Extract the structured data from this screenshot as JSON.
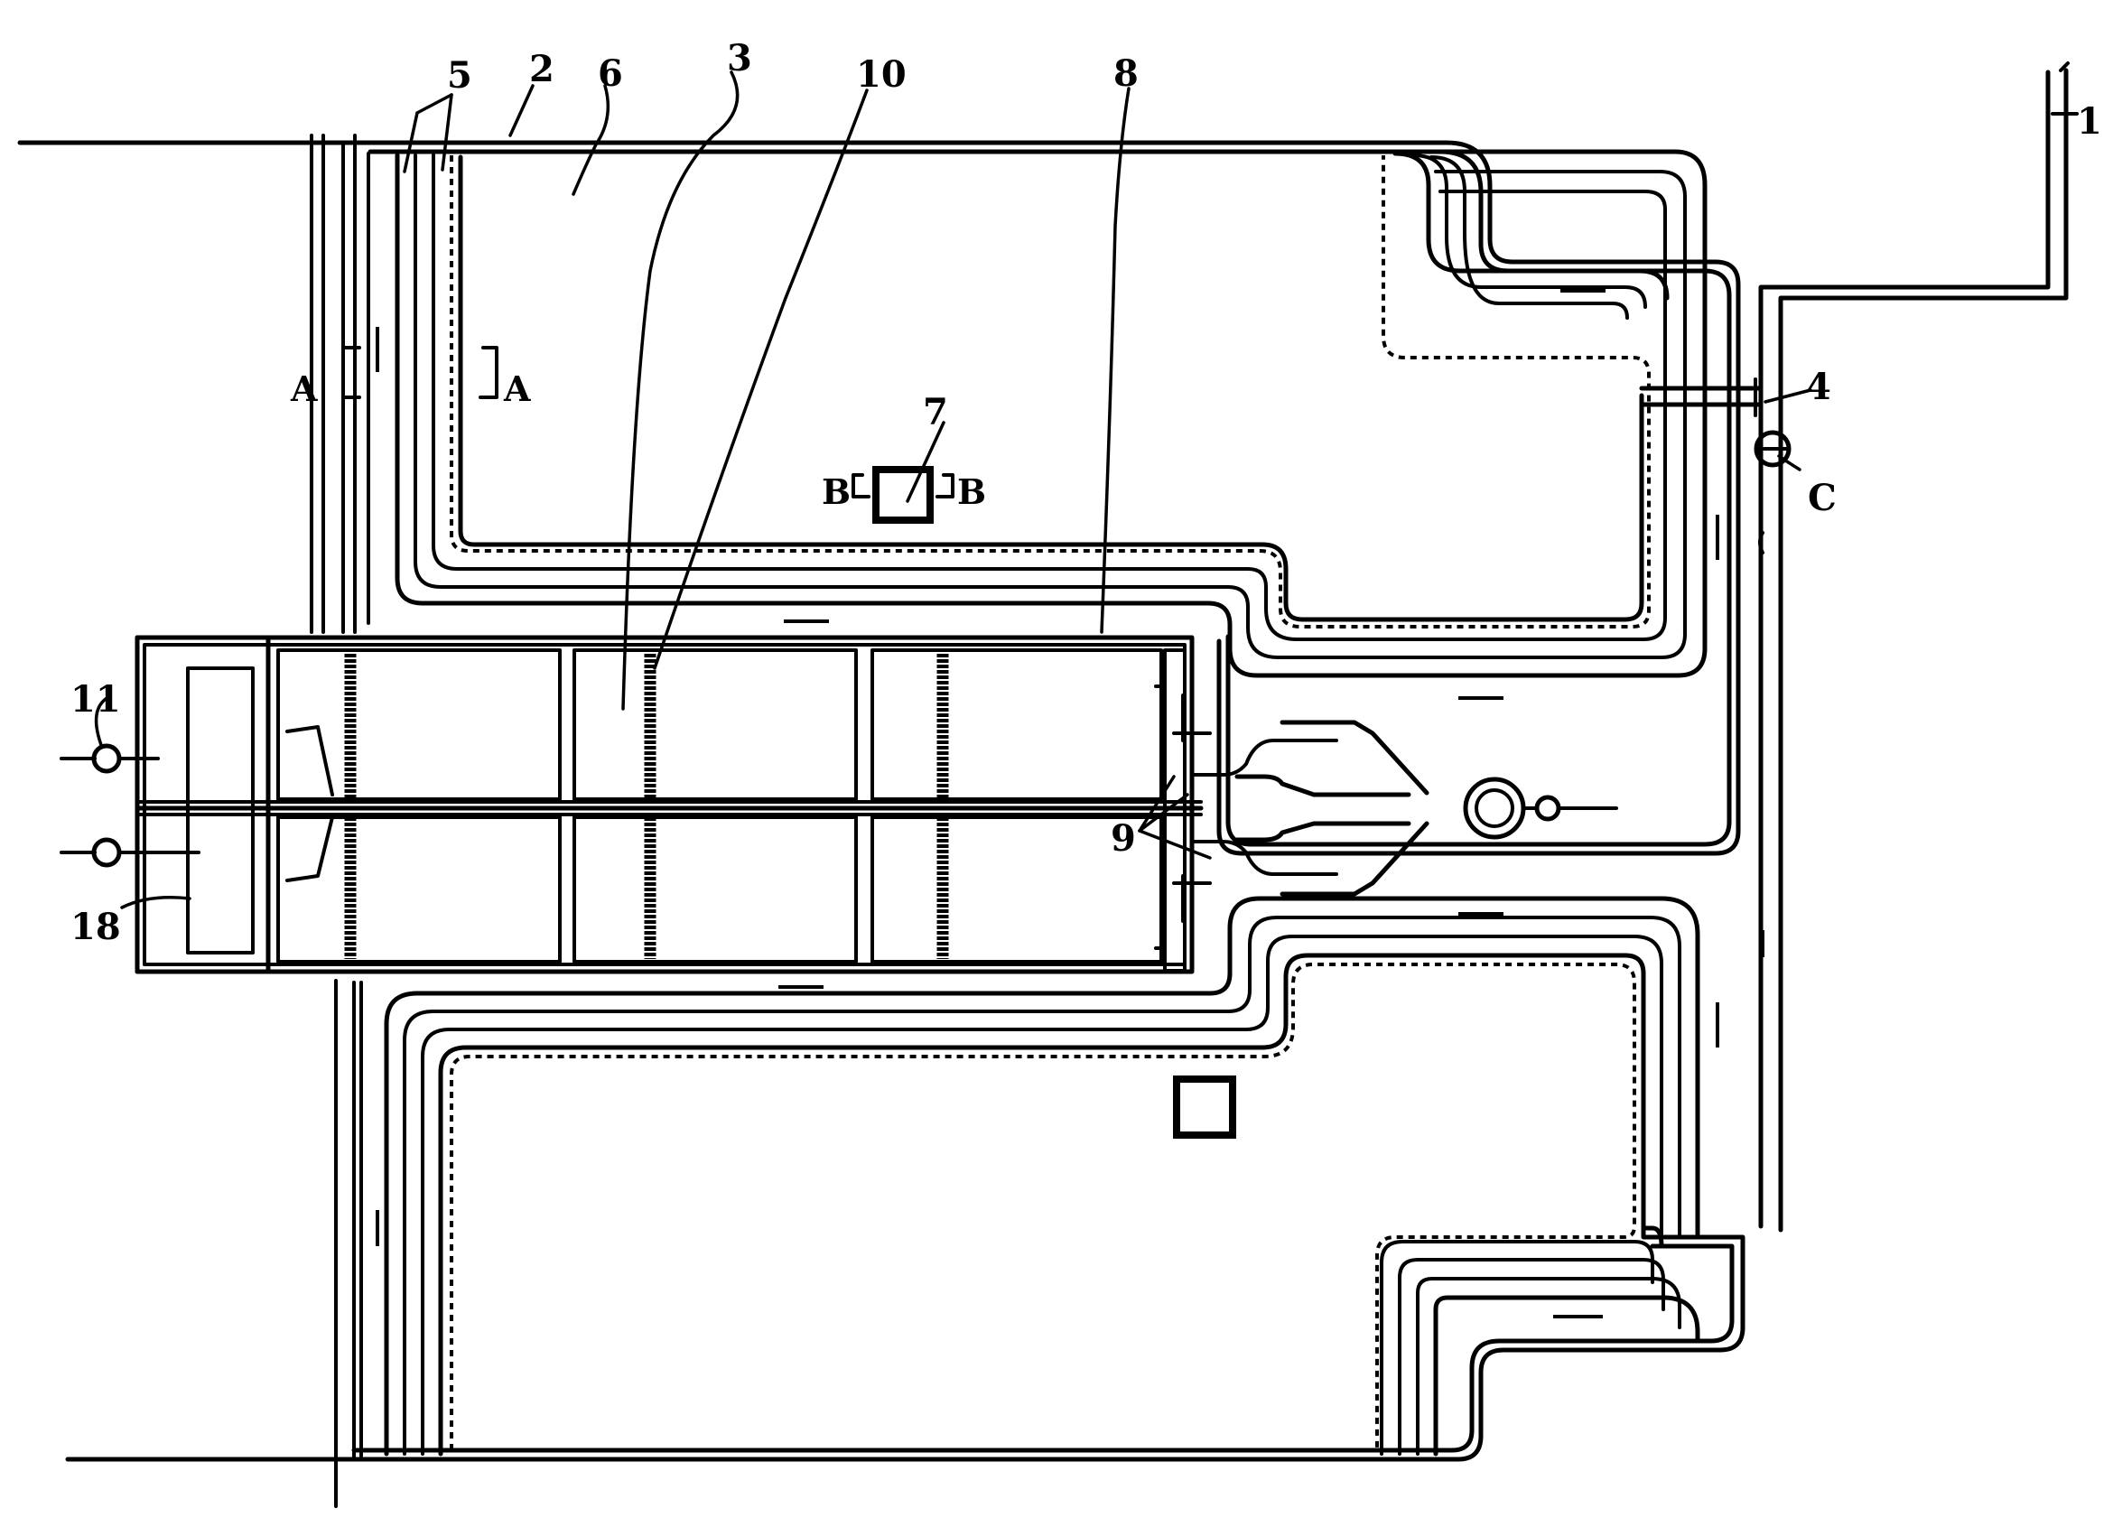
{
  "labels": {
    "l1": "1",
    "l2": "2",
    "l3": "3",
    "l4": "4",
    "l5": "5",
    "l6": "6",
    "l7": "7",
    "l8": "8",
    "l9": "9",
    "l10": "10",
    "l11": "11",
    "l18": "18",
    "lC": "C",
    "sectionA": "A",
    "sectionB": "B"
  },
  "colors": {
    "line": "#000000",
    "background": "#ffffff"
  }
}
